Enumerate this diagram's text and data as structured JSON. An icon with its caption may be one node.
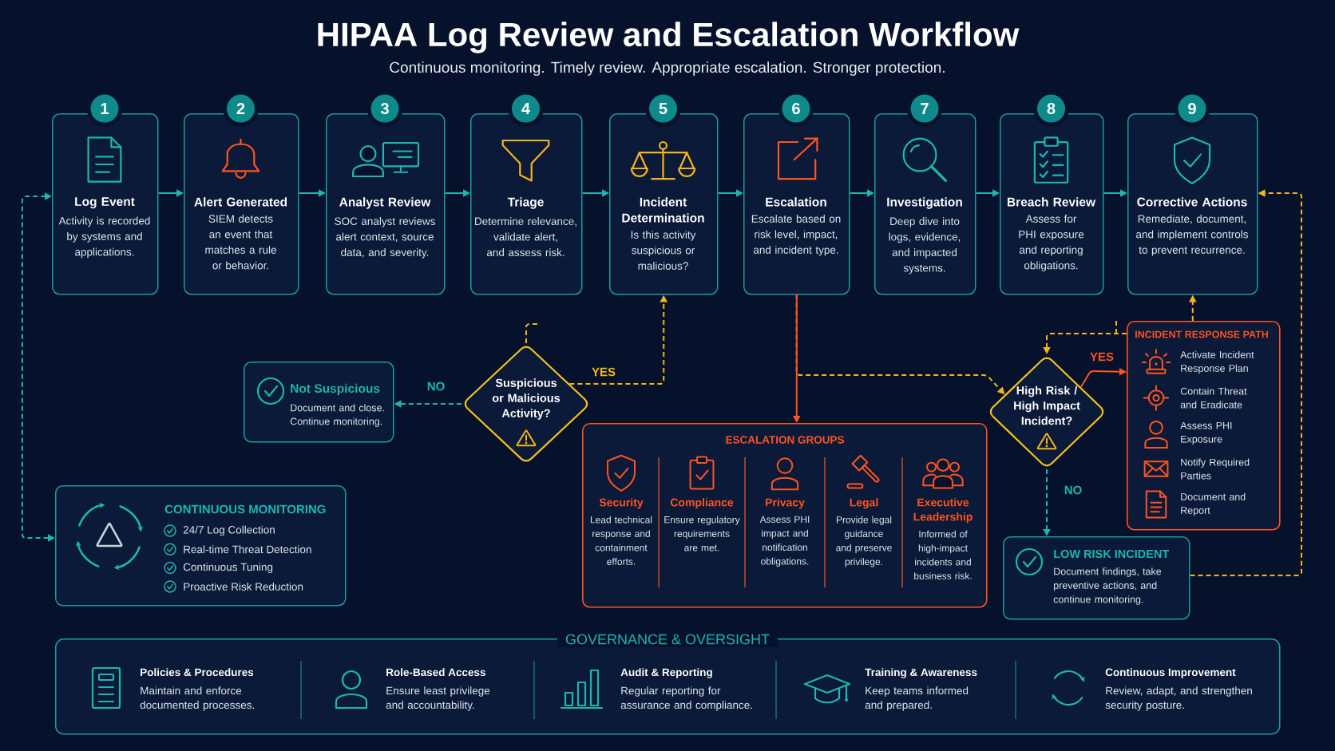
{
  "diagram": {
    "title": "HIPAA Log Review and Escalation Workflow",
    "nodes": [
      {
        "text": [
          "1",
          "Log Event",
          "Activity is recorded by systems and applications."
        ]
      },
      {
        "text": [
          "2",
          "Alert Generated",
          "SIEM detects an event that matches a rule or behavior."
        ]
      },
      {
        "text": [
          "3",
          "Analyst Review",
          "SOC analyst reviews alert context, source data, and severity."
        ]
      },
      {
        "text": [
          "4",
          "Triage",
          "Determine relevance, validate alert, and assess risk."
        ]
      },
      {
        "text": [
          "5",
          "Incident Determination",
          "Is this activity suspicious or malicious?"
        ]
      },
      {
        "text": [
          "6",
          "Escalation",
          "Escalate based on risk level, impact, and incident type."
        ]
      },
      {
        "text": [
          "7",
          "Investigation",
          "Deep dive into logs, evidence, and impacted systems."
        ]
      },
      {
        "text": [
          "8",
          "Breach Review",
          "Assess for PHI exposure and reporting obligations."
        ]
      },
      {
        "text": [
          "9",
          "Corrective Actions",
          "Remediate, document, and implement controls to prevent recurrence."
        ]
      },
      {
        "text": [
          "Not Suspicious",
          "Document and close. Continue monitoring."
        ]
      },
      {
        "text": [
          "Suspicious or Malicious Activity?"
        ]
      },
      {
        "text": [
          "High Risk / High Impact Incident?"
        ]
      },
      {
        "text": [
          "INCIDENT RESPONSE PATH",
          "Activate Incident Response Plan",
          "Contain Threat and Eradicate",
          "Assess PHI Exposure",
          "Notify Required Parties",
          "Document and Report"
        ]
      },
      {
        "text": [
          "ESCALATION GROUPS",
          "Security",
          "Lead technical response and containment efforts.",
          "Compliance",
          "Ensure regulatory requirements are met.",
          "Privacy",
          "Assess PHI impact and notification obligations.",
          "Legal",
          "Provide legal guidance and preserve privilege.",
          "Executive Leadership",
          "Informed of high-impact incidents and business risk."
        ]
      },
      {
        "text": [
          "CONTINUOUS MONITORING",
          "24/7 Log Collection",
          "Real-time Threat Detection",
          "Continuous Tuning",
          "Proactive Risk Reduction"
        ]
      },
      {
        "text": [
          "LOW RISK INCIDENT",
          "Document findings, take preventive actions, and continue monitoring."
        ]
      },
      {
        "text": [
          "GOVERNANCE & OVERSIGHT",
          "Policies & Procedures",
          "Maintain and enforce documented processes.",
          "Role-Based Access",
          "Ensure least privilege and accountability.",
          "Audit & Reporting",
          "Regular reporting for assurance and compliance.",
          "Training & Awareness",
          "Keep teams informed and prepared.",
          "Continuous Improvement",
          "Review, adapt, and strengthen security posture."
        ]
      }
    ],
    "edges": [
      {
        "from": 0,
        "to": 1,
        "arrow": "to"
      },
      {
        "from": 1,
        "to": 2,
        "arrow": "to"
      },
      {
        "from": 2,
        "to": 3,
        "arrow": "to"
      },
      {
        "from": 3,
        "to": 4,
        "arrow": "to"
      },
      {
        "from": 4,
        "to": 5,
        "arrow": "to"
      },
      {
        "from": 5,
        "to": 6,
        "arrow": "to"
      },
      {
        "from": 6,
        "to": 7,
        "arrow": "to"
      },
      {
        "from": 7,
        "to": 8,
        "arrow": "to"
      },
      {
        "from": 5,
        "to": 11,
        "arrow": "to",
        "style": "dashed",
        "color": "#f5b51a"
      },
      {
        "from": 5,
        "to": 13,
        "arrow": "to",
        "color": "#ff5420"
      },
      {
        "from": 10,
        "to": 4,
        "arrow": "to",
        "label": "YES",
        "style": "dashed",
        "color": "#f5b51a"
      },
      {
        "from": 10,
        "to": 9,
        "arrow": "to",
        "label": "NO",
        "style": "dashed"
      },
      {
        "from": 10,
        "to": null,
        "arrow": "none",
        "style": "dashed",
        "color": "#f5b51a"
      },
      {
        "from": 11,
        "to": 12,
        "arrow": "to",
        "label": "YES",
        "color": "#ff5420"
      },
      {
        "from": 11,
        "to": 15,
        "arrow": "to",
        "label": "NO",
        "style": "dashed"
      },
      {
        "from": 12,
        "to": 8,
        "arrow": "to",
        "style": "dashed",
        "color": "#f5b51a"
      },
      {
        "from": 12,
        "to": 11,
        "arrow": "to",
        "style": "dashed",
        "color": "#f5b51a"
      },
      {
        "from": 15,
        "to": 8,
        "arrow": "to",
        "style": "dashed",
        "color": "#f5b51a"
      },
      {
        "from": 14,
        "to": 0,
        "arrow": "both",
        "style": "dashed"
      }
    ],
    "labels": [
      "Continuous monitoring. Timely review. Appropriate escalation. Stronger protection."
    ]
  }
}
